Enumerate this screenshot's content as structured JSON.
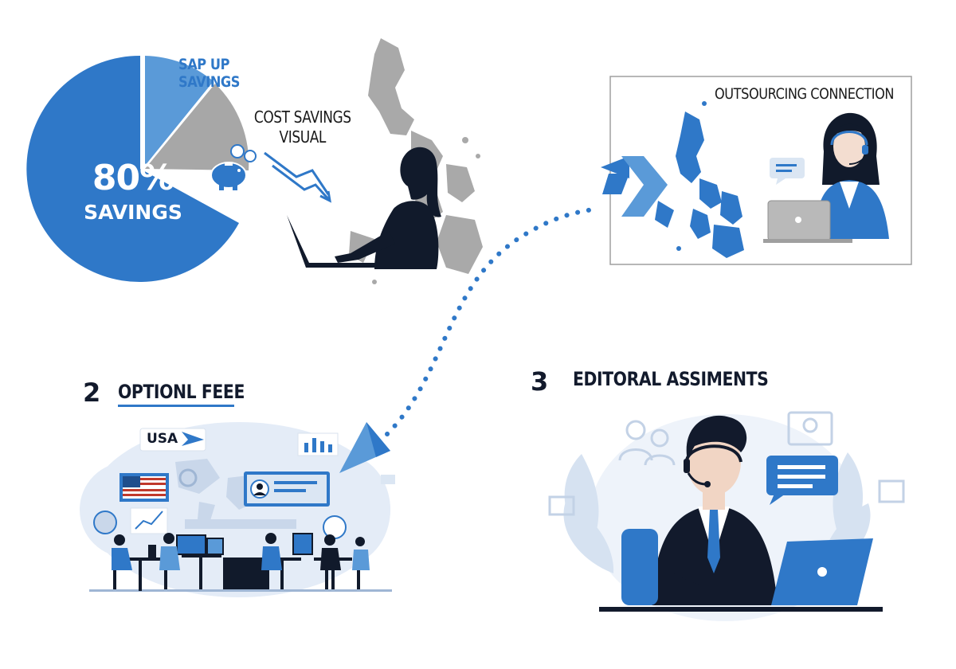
{
  "pie": {
    "percent": "80%",
    "label": "SAVINGS",
    "slice_label_line1": "SAP UP",
    "slice_label_line2": "SAVINGS",
    "colors": {
      "main": "#2f78c8",
      "light": "#5a9ad8",
      "gray": "#a7a7a7"
    }
  },
  "cost_visual": {
    "line1": "COST SAVINGS",
    "line2": "VISUAL"
  },
  "outsourcing": {
    "title": "OUTSOURCING CONNECTION"
  },
  "step2": {
    "number": "2",
    "title": "OPTIONL FEEE",
    "badge": "USA"
  },
  "step3": {
    "number": "3",
    "title": "EDITORAL ASSIMENTS"
  },
  "colors": {
    "blue": "#2f78c8",
    "navy": "#121a2c",
    "lightblue": "#dbe6f3",
    "gray": "#9f9f9f"
  }
}
